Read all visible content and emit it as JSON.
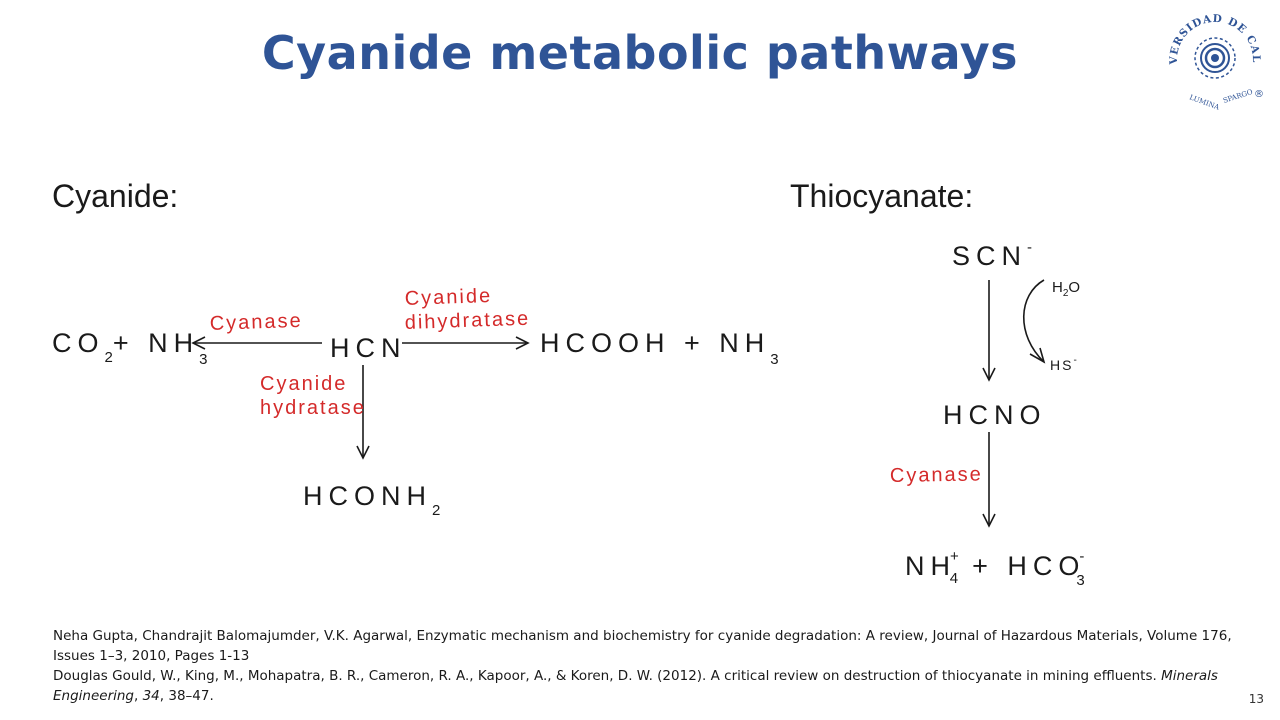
{
  "title": "Cyanide metabolic pathways",
  "logo": {
    "arc_text": "UNIVERSIDAD DE CALDAS",
    "bottom_left": "LUMINA",
    "bottom_right": "SPARGO",
    "mark": "®",
    "color": "#2f5496"
  },
  "left": {
    "label": "Cyanide:",
    "center": "HCN",
    "left_product": {
      "main": "CO",
      "sub1": "2",
      "mid": "+ NH",
      "sub2": "3"
    },
    "right_product": {
      "main": "HCOOH + NH",
      "sub": "3"
    },
    "down_product": {
      "main": "HCONH",
      "sub": "2"
    },
    "enzyme_left": "Cyanase",
    "enzyme_right": [
      "Cyanide",
      "dihydratase"
    ],
    "enzyme_down": [
      "Cyanide",
      "hydratase"
    ]
  },
  "right": {
    "label": "Thiocyanate:",
    "start": {
      "main": "SCN",
      "sup": "-"
    },
    "water": {
      "main": "H",
      "sub": "2",
      "tail": "O"
    },
    "hs": {
      "main": "HS",
      "sup": "-"
    },
    "intermediate": "HCNO",
    "enzyme": "Cyanase",
    "products": {
      "nh": "NH",
      "nh_sup": "+",
      "nh_sub": "4",
      "plus": "+ HCO",
      "hco_sup": "-",
      "hco_sub": "3"
    }
  },
  "references": {
    "ref1": "Neha Gupta, Chandrajit Balomajumder, V.K. Agarwal, Enzymatic mechanism and biochemistry for cyanide degradation: A review, Journal of Hazardous Materials, Volume 176, Issues 1–3, 2010, Pages 1-13",
    "ref2_a": "Douglas Gould, W., King, M., Mohapatra, B. R., Cameron, R. A., Kapoor, A., & Koren, D. W. (2012). A critical review on destruction of thiocyanate in mining effluents. ",
    "ref2_journal": "Minerals Engineering",
    "ref2_sep": ", ",
    "ref2_vol": "34",
    "ref2_pages": ", 38–47."
  },
  "page_number": "13",
  "colors": {
    "title": "#2f5496",
    "enzyme": "#d42a2a",
    "text": "#1a1a1a"
  }
}
